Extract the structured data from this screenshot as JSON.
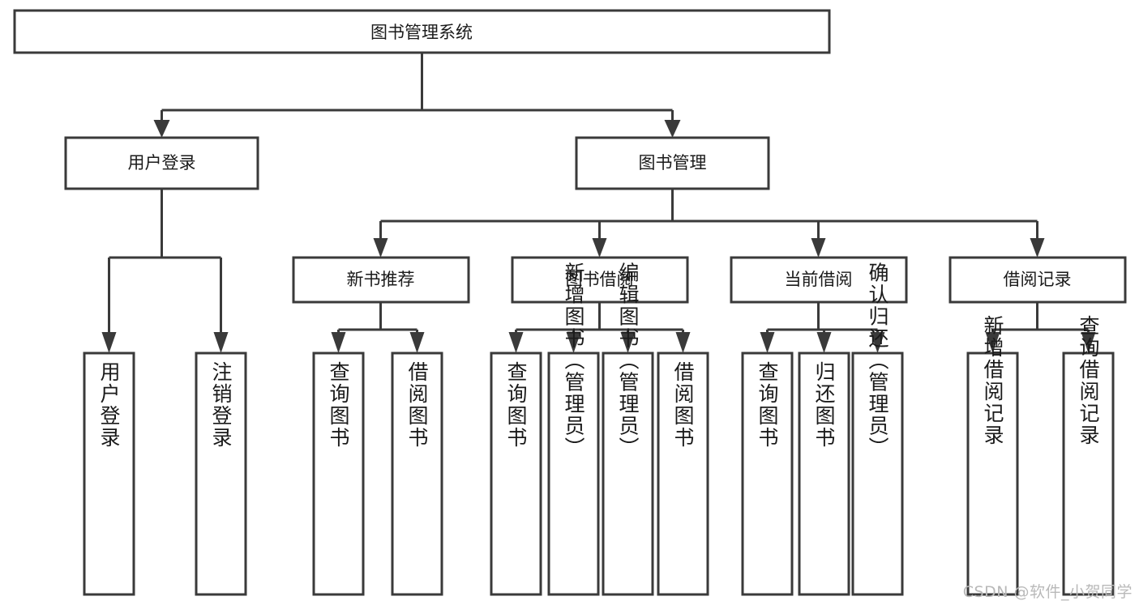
{
  "diagram": {
    "title": "图书管理系统",
    "type": "tree-hierarchy",
    "watermark": "CSDN @软件_小贺同学",
    "colors": {
      "background": "#ffffff",
      "box_fill": "#ffffff",
      "box_stroke": "#3a3a3a",
      "text": "#1a1a1a",
      "watermark": "#b9b9b9"
    },
    "root": {
      "label": "图书管理系统"
    },
    "level1": [
      {
        "label": "用户登录"
      },
      {
        "label": "图书管理"
      }
    ],
    "level2": [
      {
        "label": "新书推荐"
      },
      {
        "label": "图书借阅"
      },
      {
        "label": "当前借阅"
      },
      {
        "label": "借阅记录"
      }
    ],
    "leaves": [
      {
        "label": "用户登录",
        "parent": "用户登录"
      },
      {
        "label": "注销登录",
        "parent": "用户登录"
      },
      {
        "label": "查询图书",
        "parent": "新书推荐"
      },
      {
        "label": "借阅图书",
        "parent": "新书推荐"
      },
      {
        "label": "查询图书",
        "parent": "图书借阅"
      },
      {
        "label": "新增图书（管理员）",
        "parent": "图书借阅"
      },
      {
        "label": "编辑图书（管理员）",
        "parent": "图书借阅"
      },
      {
        "label": "借阅图书",
        "parent": "图书借阅"
      },
      {
        "label": "查询图书",
        "parent": "当前借阅"
      },
      {
        "label": "归还图书",
        "parent": "当前借阅"
      },
      {
        "label": "确认归还（管理员）",
        "parent": "当前借阅"
      },
      {
        "label": "新增借阅记录",
        "parent": "借阅记录"
      },
      {
        "label": "查询借阅记录",
        "parent": "借阅记录"
      }
    ]
  }
}
